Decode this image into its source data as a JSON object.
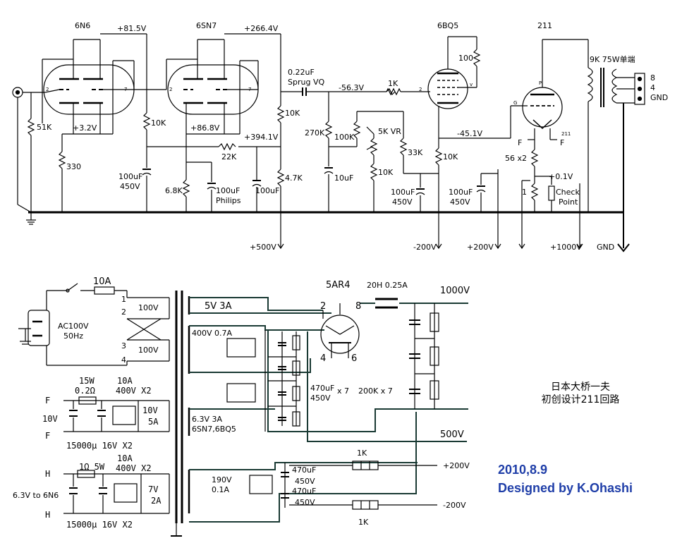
{
  "tubes": {
    "v1": "6N6",
    "v2": "6SN7",
    "v3": "6BQ5",
    "v4": "211",
    "rect": "5AR4"
  },
  "voltages": {
    "v1_plate": "+81.5V",
    "v1_cathode": "+3.2V",
    "v2_plate": "+266.4V",
    "v2_cathode": "+86.8V",
    "node_394": "+394.1V",
    "grid_bias": "-56.3V",
    "v3_cathode": "-45.1V",
    "v4_cathode": "+0.1V",
    "rail_500": "+500V",
    "rail_m200": "-200V",
    "rail_200": "+200V",
    "rail_1000": "+1000V",
    "gnd": "GND"
  },
  "components": {
    "r51k": "51K",
    "r330": "330",
    "r10k_a": "10K",
    "c100_a": "100uF",
    "c100_a_v": "450V",
    "r10k_b": "10K",
    "r22k": "22K",
    "r68k": "6.8K",
    "c_philips": "100uF",
    "philips": "Philips",
    "c100_b": "100uF",
    "r47k": "4.7K",
    "c022": "0.22uF",
    "sprug": "Sprug VQ",
    "r270k": "270K",
    "r100k": "100K",
    "vr5k": "5K VR",
    "r10k_c": "10K",
    "c10": "10uF",
    "r1k": "1K",
    "r33k": "33K",
    "r10k_d": "10K",
    "r100": "100",
    "c100_c": "100uF",
    "c100_c_v": "450V",
    "c100_d": "100uF",
    "c100_d_v": "450V",
    "r56": "56 x2",
    "r1": "1",
    "check": "Check",
    "point": "Point",
    "fil": "F",
    "pin211": "211",
    "otx": "9K 75W单端",
    "tap8": "8",
    "tap4": "4",
    "tapg": "GND",
    "pin1": "1",
    "pin2": "2",
    "pin3": "3",
    "pin4": "4",
    "pin6": "6",
    "pin7": "7",
    "pin8": "8",
    "pin_g": "G",
    "pin_v": "v",
    "pin_p": "P"
  },
  "psu": {
    "fuse": "10A",
    "ac": "AC100V",
    "hz": "50Hz",
    "p100a": "100V",
    "p100b": "100V",
    "p1": "1",
    "p2": "2",
    "p3": "3",
    "p4": "4",
    "s5v": "5V 3A",
    "s400": "400V 0.7A",
    "s63": "6.3V 3A",
    "s63b": "6SN7,6BQ5",
    "s190": "190V",
    "s190b": "0.1A",
    "choke": "20H 0.25A",
    "out1000": "1000V",
    "out500": "500V",
    "c470x7": "470uF",
    "c470x7v": "450V",
    "x7": "x 7",
    "r200k": "200K x 7",
    "pa": "2",
    "pb": "8",
    "pc": "4",
    "pd": "6",
    "c470a": "470uF",
    "c470av": "450V",
    "c470b": "470uF",
    "c470bv": "450V",
    "r1ka": "1K",
    "r1kb": "1K",
    "o200": "+200V",
    "om200": "-200V",
    "f1": "F",
    "f2": "F",
    "w15": "15W",
    "r02": "0.2Ω",
    "d10a": "10A",
    "d400": "400V X2",
    "v10": "10V",
    "s10v": "10V",
    "s5a": "5A",
    "c15000a": "15000μ 16V X2",
    "h1": "H",
    "h2": "H",
    "r1w": "1Ω 5W",
    "d10b": "10A",
    "d400b": "400V X2",
    "h63": "6.3V to 6N6",
    "s7v": "7V",
    "s2a": "2A",
    "c15000b": "15000μ 16V X2"
  },
  "credits": {
    "cn1": "日本大桥一夫",
    "cn2": "初创设计211回路",
    "date": "2010,8.9",
    "by": "Designed by K.Ohashi"
  },
  "colors": {
    "line": "#000000",
    "trace": "#1a3a34",
    "credit": "#1f3ea8"
  }
}
